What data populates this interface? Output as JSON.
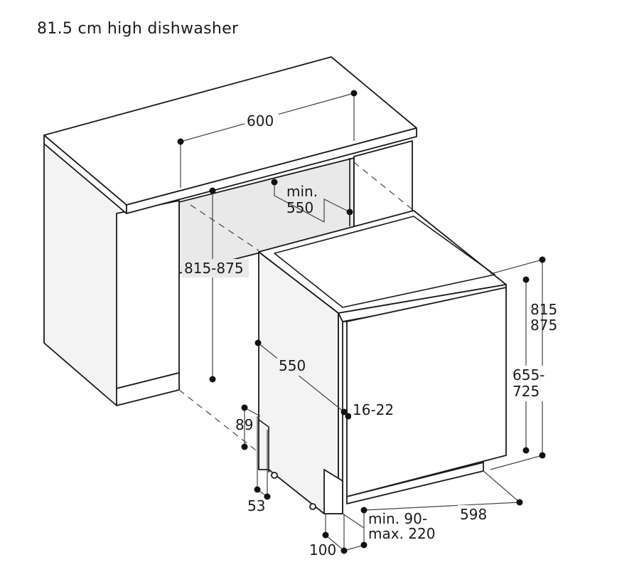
{
  "title": "81.5 cm high dishwasher",
  "dimensions": {
    "niche_width": "600",
    "min_depth_label_1": "min.",
    "min_depth_label_2": "550",
    "niche_height": "815-875",
    "appliance_height_1": "815",
    "appliance_height_2": "875",
    "door_height_1": "655-",
    "door_height_2": "725",
    "appliance_depth": "550",
    "door_thickness": "16-22",
    "foot_height": "89",
    "foot_offset": "53",
    "plinth_label_1": "min. 90-",
    "plinth_label_2": "max. 220",
    "appliance_width": "598",
    "plinth_depth": "100"
  }
}
